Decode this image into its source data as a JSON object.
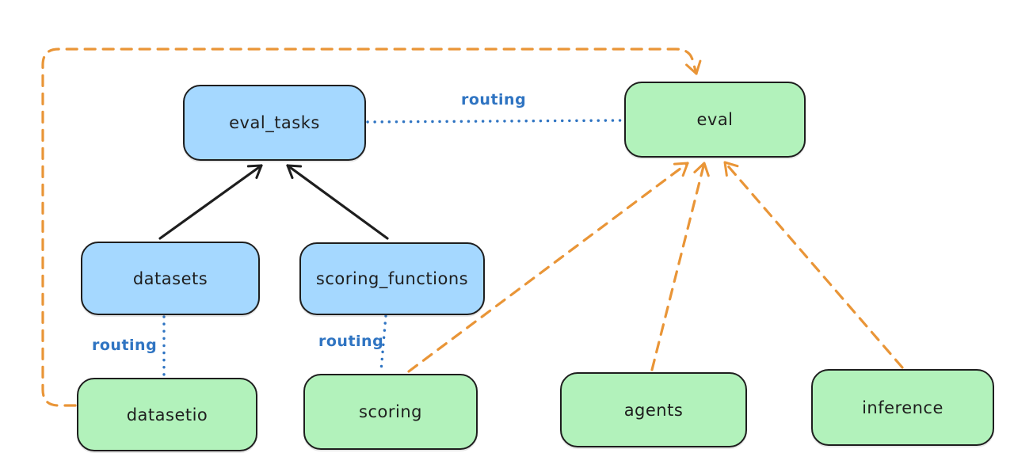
{
  "colors": {
    "api_fill": "#a5d8ff",
    "provider_fill": "#b2f2bb",
    "node_stroke": "#1e1e1e",
    "routing_blue": "#2f74c2",
    "arrow_orange": "#e99537",
    "arrow_black": "#1e1e1e"
  },
  "nodes": {
    "eval_tasks": {
      "label": "eval_tasks"
    },
    "eval": {
      "label": "eval"
    },
    "datasets": {
      "label": "datasets"
    },
    "scoring_functions": {
      "label": "scoring_functions"
    },
    "datasetio": {
      "label": "datasetio"
    },
    "scoring": {
      "label": "scoring"
    },
    "agents": {
      "label": "agents"
    },
    "inference": {
      "label": "inference"
    }
  },
  "edge_labels": {
    "eval_tasks_eval": "routing",
    "datasets_datasetio": "routing",
    "scoring_functions_scoring": "routing"
  }
}
